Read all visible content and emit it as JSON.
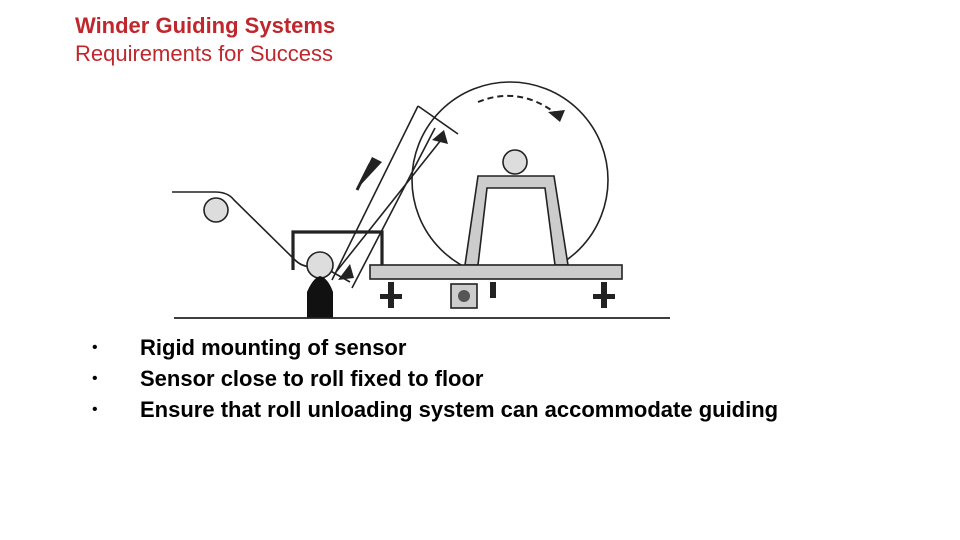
{
  "slide": {
    "title": "Winder Guiding Systems",
    "subtitle": "Requirements for Success",
    "title_color": "#c0272d",
    "bullets": [
      {
        "marker": "•",
        "text": "Rigid mounting of sensor"
      },
      {
        "marker": "•",
        "text": "Sensor close to roll fixed to floor"
      },
      {
        "marker": "•",
        "text": "Ensure that roll unloading system can accommodate guiding"
      }
    ]
  },
  "diagram": {
    "line_color": "#222222",
    "fill_color": "#cccccc"
  }
}
